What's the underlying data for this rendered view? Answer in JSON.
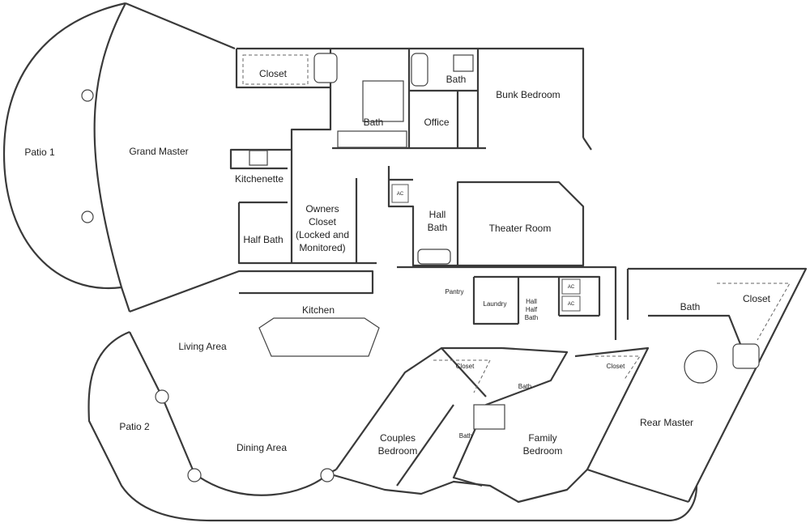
{
  "rooms": {
    "closet_top": "Closet",
    "bath_top_right": "Bath",
    "bunk_bedroom": "Bunk Bedroom",
    "bath_master": "Bath",
    "office": "Office",
    "patio_1": "Patio 1",
    "grand_master": "Grand Master",
    "kitchenette": "Kitchenette",
    "owners_closet": [
      "Owners",
      "Closet",
      "(Locked and",
      "Monitored)"
    ],
    "hall_bath": [
      "Hall",
      "Bath"
    ],
    "theater_room": "Theater Room",
    "half_bath": "Half Bath",
    "ac_1": "AC",
    "ac_2": "AC",
    "ac_3": "AC",
    "pantry": "Pantry",
    "laundry": "Laundry",
    "hall_half_bath": [
      "Hall",
      "Half",
      "Bath"
    ],
    "kitchen": "Kitchen",
    "bath_rear_master": "Bath",
    "closet_rear_master": "Closet",
    "living_area": "Living Area",
    "closet_couples": "Closet",
    "bath_family": "Bath",
    "closet_family": "Closet",
    "patio_2": "Patio 2",
    "rear_master": "Rear Master",
    "couples_bedroom": [
      "Couples",
      "Bedroom"
    ],
    "bath_couples": "Bath",
    "family_bedroom": [
      "Family",
      "Bedroom"
    ],
    "dining_area": "Dining Area"
  }
}
